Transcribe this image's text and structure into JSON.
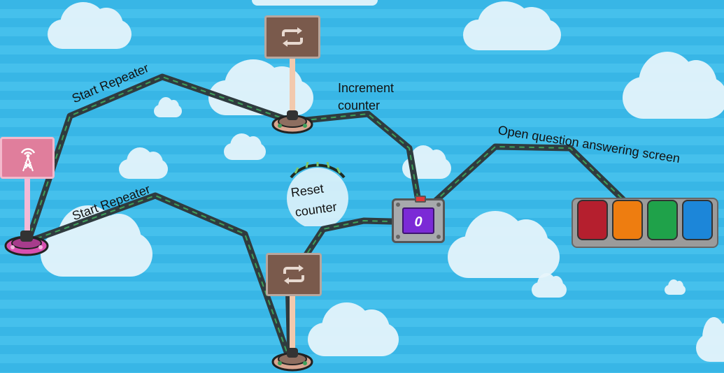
{
  "labels": {
    "start_repeater_top": "Start Repeater",
    "start_repeater_bottom": "Start Repeater",
    "increment_counter_line1": "Increment",
    "increment_counter_line2": "counter",
    "reset_counter_line1": "Reset",
    "reset_counter_line2": "counter",
    "open_question": "Open question answering screen"
  },
  "counter": {
    "value": "0"
  },
  "answer_buttons": [
    {
      "color": "#b51f2e"
    },
    {
      "color": "#ee7d10"
    },
    {
      "color": "#1fa24a"
    },
    {
      "color": "#1c86d9"
    }
  ],
  "colors": {
    "sky": "#38b6e6",
    "wire": "#2f3b3f",
    "repeater": "#7a5a4c",
    "broadcaster": "#e07e9c",
    "counter_screen": "#7b2ad6"
  },
  "icons": {
    "repeater": "repeat-icon",
    "broadcaster": "radio-tower-icon"
  }
}
